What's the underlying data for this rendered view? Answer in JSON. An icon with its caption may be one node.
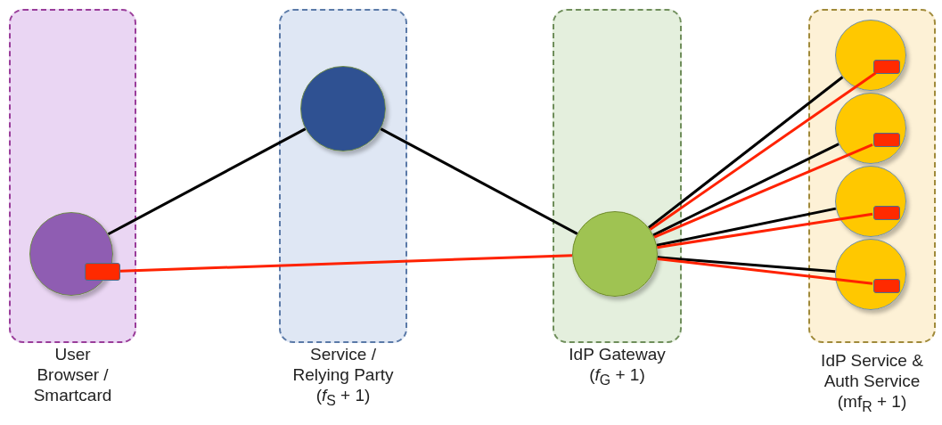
{
  "diagram": {
    "nodes": [
      {
        "text": [
          "User Browser / Smartcard"
        ]
      },
      {
        "text": [],
        "shape": "circle",
        "in": 0
      },
      {
        "text": [],
        "shape": "bar",
        "in": 0
      },
      {
        "text": [
          "Service / Relying Party",
          "(*f*$_{S}$ + 1)"
        ]
      },
      {
        "text": [],
        "shape": "circle",
        "in": 3
      },
      {
        "text": [
          "IdP Gateway",
          "(*f*$_{G}$ + 1)"
        ]
      },
      {
        "text": [],
        "shape": "circle",
        "in": 5
      },
      {
        "text": [
          "IdP Service & Auth Service",
          "(mf$_{R}$ + 1)"
        ]
      },
      {
        "text": [],
        "shape": "circle",
        "in": 7
      },
      {
        "text": [],
        "shape": "circle",
        "in": 7
      },
      {
        "text": [],
        "shape": "circle",
        "in": 7
      },
      {
        "text": [],
        "shape": "circle",
        "in": 7
      },
      {
        "text": [],
        "shape": "bar",
        "in": 8
      },
      {
        "text": [],
        "shape": "bar",
        "in": 9
      },
      {
        "text": [],
        "shape": "bar",
        "in": 10
      },
      {
        "text": [],
        "shape": "bar",
        "in": 11
      }
    ],
    "edges": [
      {
        "from": 1,
        "to": 4,
        "arrow": "none"
      },
      {
        "from": 4,
        "to": 6,
        "arrow": "none"
      },
      {
        "from": 2,
        "to": 6,
        "arrow": "none",
        "color": "#ff2200"
      },
      {
        "from": 6,
        "to": 8,
        "arrow": "none"
      },
      {
        "from": 6,
        "to": 12,
        "arrow": "none",
        "color": "#ff2200"
      },
      {
        "from": 6,
        "to": 9,
        "arrow": "none"
      },
      {
        "from": 6,
        "to": 13,
        "arrow": "none",
        "color": "#ff2200"
      },
      {
        "from": 6,
        "to": 10,
        "arrow": "none"
      },
      {
        "from": 6,
        "to": 14,
        "arrow": "none",
        "color": "#ff2200"
      },
      {
        "from": 6,
        "to": 11,
        "arrow": "none"
      },
      {
        "from": 6,
        "to": 15,
        "arrow": "none",
        "color": "#ff2200"
      }
    ]
  }
}
